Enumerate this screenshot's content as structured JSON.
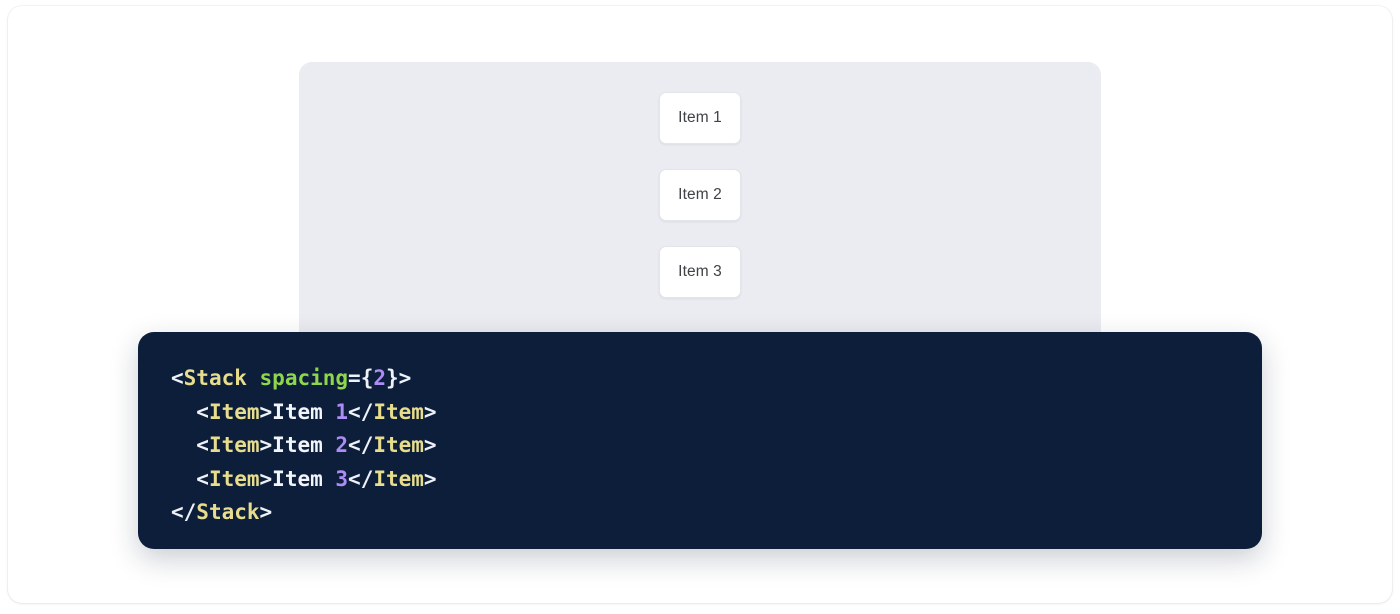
{
  "preview": {
    "panel_background": "#eaecf1",
    "stack": {
      "component": "Stack",
      "spacing": 2,
      "items": [
        {
          "label": "Item 1"
        },
        {
          "label": "Item 2"
        },
        {
          "label": "Item 3"
        }
      ]
    }
  },
  "code": {
    "background": "#0c1e3a",
    "language": "jsx",
    "colors": {
      "punctuation": "#eef2f8",
      "tag": "#e7dd8c",
      "attribute": "#8ed64a",
      "number": "#ad8cf5",
      "text": "#f2f5f9"
    },
    "lines": [
      {
        "tokens": [
          {
            "t": "<",
            "c": "punct"
          },
          {
            "t": "Stack",
            "c": "tag"
          },
          {
            "t": " ",
            "c": "punct"
          },
          {
            "t": "spacing",
            "c": "attr"
          },
          {
            "t": "={",
            "c": "punct"
          },
          {
            "t": "2",
            "c": "num"
          },
          {
            "t": "}>",
            "c": "punct"
          }
        ]
      },
      {
        "tokens": [
          {
            "t": "  <",
            "c": "punct"
          },
          {
            "t": "Item",
            "c": "tag"
          },
          {
            "t": ">",
            "c": "punct"
          },
          {
            "t": "Item ",
            "c": "text"
          },
          {
            "t": "1",
            "c": "num"
          },
          {
            "t": "</",
            "c": "punct"
          },
          {
            "t": "Item",
            "c": "tag"
          },
          {
            "t": ">",
            "c": "punct"
          }
        ]
      },
      {
        "tokens": [
          {
            "t": "  <",
            "c": "punct"
          },
          {
            "t": "Item",
            "c": "tag"
          },
          {
            "t": ">",
            "c": "punct"
          },
          {
            "t": "Item ",
            "c": "text"
          },
          {
            "t": "2",
            "c": "num"
          },
          {
            "t": "</",
            "c": "punct"
          },
          {
            "t": "Item",
            "c": "tag"
          },
          {
            "t": ">",
            "c": "punct"
          }
        ]
      },
      {
        "tokens": [
          {
            "t": "  <",
            "c": "punct"
          },
          {
            "t": "Item",
            "c": "tag"
          },
          {
            "t": ">",
            "c": "punct"
          },
          {
            "t": "Item ",
            "c": "text"
          },
          {
            "t": "3",
            "c": "num"
          },
          {
            "t": "</",
            "c": "punct"
          },
          {
            "t": "Item",
            "c": "tag"
          },
          {
            "t": ">",
            "c": "punct"
          }
        ]
      },
      {
        "tokens": [
          {
            "t": "</",
            "c": "punct"
          },
          {
            "t": "Stack",
            "c": "tag"
          },
          {
            "t": ">",
            "c": "punct"
          }
        ]
      }
    ]
  }
}
